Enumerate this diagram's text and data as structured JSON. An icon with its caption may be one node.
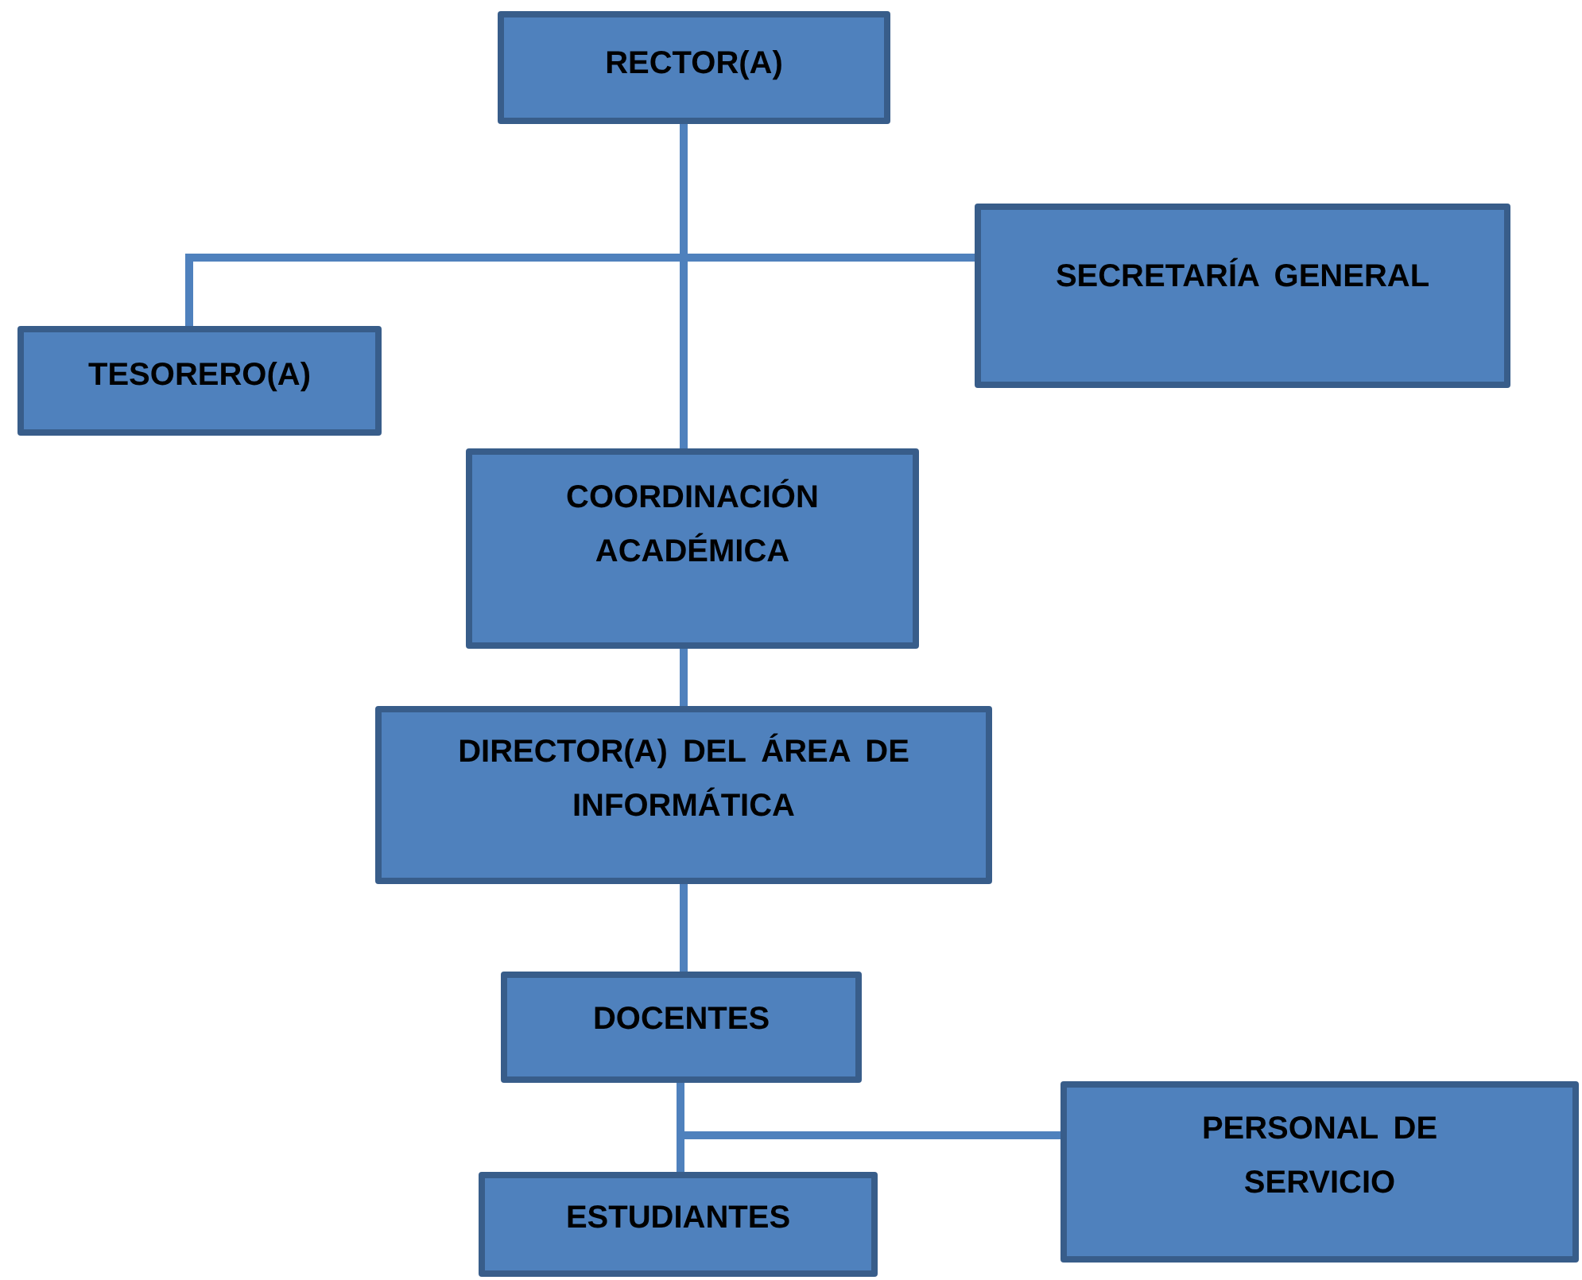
{
  "diagram": {
    "nodes": [
      {
        "text": [
          "RECTOR(A)"
        ]
      },
      {
        "text": [
          "SECRETARÍA GENERAL"
        ]
      },
      {
        "text": [
          "TESORERO(A)"
        ]
      },
      {
        "text": [
          "COORDINACIÓN ACADÉMICA"
        ]
      },
      {
        "text": [
          "DIRECTOR(A) DEL ÁREA DE INFORMÁTICA"
        ]
      },
      {
        "text": [
          "DOCENTES"
        ]
      },
      {
        "text": [
          "PERSONAL DE SERVICIO"
        ]
      },
      {
        "text": [
          "ESTUDIANTES"
        ]
      }
    ],
    "edges": [
      {
        "from": 0,
        "to": 3,
        "arrow": "none"
      },
      {
        "from": 0,
        "to": 2,
        "arrow": "none"
      },
      {
        "from": 0,
        "to": 1,
        "arrow": "none"
      },
      {
        "from": 3,
        "to": 4,
        "arrow": "none"
      },
      {
        "from": 4,
        "to": 5,
        "arrow": "none"
      },
      {
        "from": 5,
        "to": 7,
        "arrow": "none"
      },
      {
        "from": 5,
        "to": 6,
        "arrow": "none"
      }
    ]
  }
}
